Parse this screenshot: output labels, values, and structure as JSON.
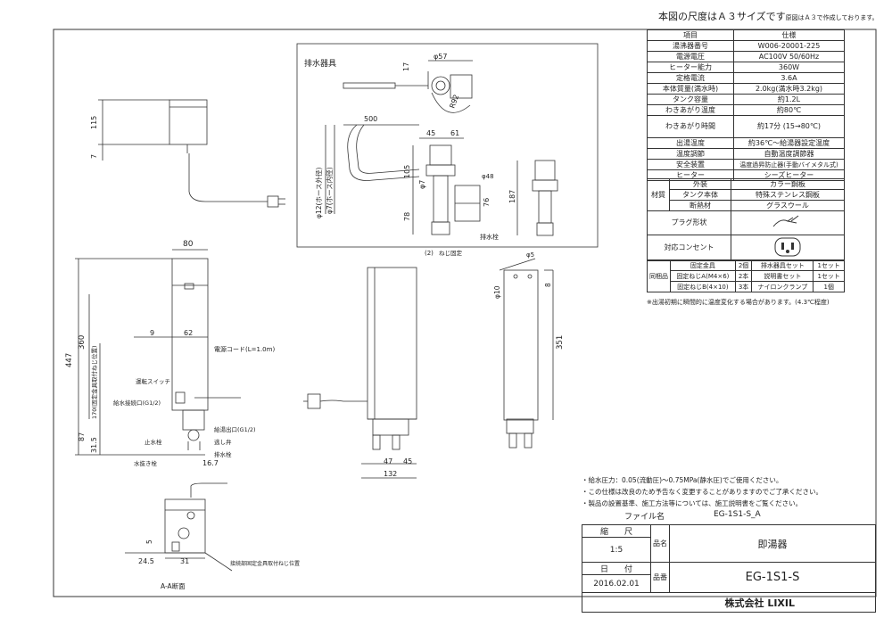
{
  "header": {
    "title_main": "本図の尺度はＡ３サイズです",
    "title_sub": "原図はＡ３で作成しております。"
  },
  "spec_table": {
    "header": [
      "項目",
      "仕様"
    ],
    "rows": [
      [
        "湯沸器番号",
        "W006-20001-225"
      ],
      [
        "電源電圧",
        "AC100V 50/60Hz"
      ],
      [
        "ヒーター能力",
        "360W"
      ],
      [
        "定格電流",
        "3.6A"
      ],
      [
        "本体質量(満水時)",
        "2.0kg(満水時3.2kg)"
      ],
      [
        "タンク容量",
        "約1.2L"
      ],
      [
        "わきあがり温度",
        "約80℃"
      ],
      [
        "わきあがり時間",
        "約17分 (15→80℃)"
      ],
      [
        "出湯温度",
        "約36℃～給湯器設定温度"
      ],
      [
        "温度調節",
        "自動温度調節器"
      ],
      [
        "安全装置",
        "温度過昇防止器(手動バイメタル式)"
      ],
      [
        "ヒーター",
        "シーズヒーター"
      ]
    ],
    "material_label": "材質",
    "material_rows": [
      [
        "外装",
        "カラー鋼板"
      ],
      [
        "タンク本体",
        "特殊ステンレス鋼板"
      ],
      [
        "断熱材",
        "グラスウール"
      ]
    ],
    "plug_label": "プラグ形状",
    "outlet_label": "対応コンセント",
    "accessory_label": "同梱品",
    "accessories": [
      [
        "固定金具",
        "2個",
        "排水器具セット",
        "1セット"
      ],
      [
        "固定ねじA(M4×6)",
        "2本",
        "説明書セット",
        "1セット"
      ],
      [
        "固定ねじB(4×10)",
        "3本",
        "ナイロンクランプ",
        "1個"
      ]
    ],
    "note": "※出湯初期に瞬間的に温度変化する場合があります。(4.3℃程度)"
  },
  "drain": {
    "label": "排水器具",
    "dims": [
      "φ57",
      "17",
      "R92",
      "500",
      "45",
      "61",
      "105",
      "φ7",
      "78",
      "φ12(ホース外径)",
      "φ7(ホース内径)",
      "φ48",
      "76",
      "187",
      "排水栓"
    ]
  },
  "front": {
    "dims": [
      "80",
      "447",
      "360",
      "170(固定金具取付ねじ位置)",
      "87",
      "31.5",
      "9",
      "62",
      "16.7"
    ],
    "labels": [
      "電源コード(L=1.0m)",
      "運転スイッチ",
      "給水接続口(G1/2)",
      "給湯出口(G1/2)",
      "逃し弁",
      "止水栓",
      "排水栓",
      "水抜き栓"
    ]
  },
  "side": {
    "dims": [
      "(2)",
      "ねじ固定",
      "47",
      "45",
      "132"
    ]
  },
  "back": {
    "dims": [
      "φ10",
      "φ5",
      "8",
      "351"
    ]
  },
  "bottom_view": {
    "dims": [
      "5",
      "24.5",
      "31"
    ],
    "label": "接続部固定金具取付ねじ位置",
    "caption": "A-A断面"
  },
  "notes": [
    "・給水圧力：0.05(流動圧)～0.75MPa(静水圧)でご使用ください。",
    "・この仕様は改良のため予告なく変更することがありますのでご了承ください。",
    "・製品の設置基準、施工方法等については、施工説明書をご覧ください。"
  ],
  "title_block": {
    "file_label": "ファイル名",
    "file_name": "EG-1S1-S_A",
    "scale_label": "縮　　尺",
    "scale_value": "1:5",
    "date_label": "日　　付",
    "date_value": "2016.02.01",
    "name_label": "品名",
    "name_value": "即湯器",
    "number_label": "品番",
    "number_value": "EG-1S1-S",
    "company": "株式会社 LIXIL"
  }
}
